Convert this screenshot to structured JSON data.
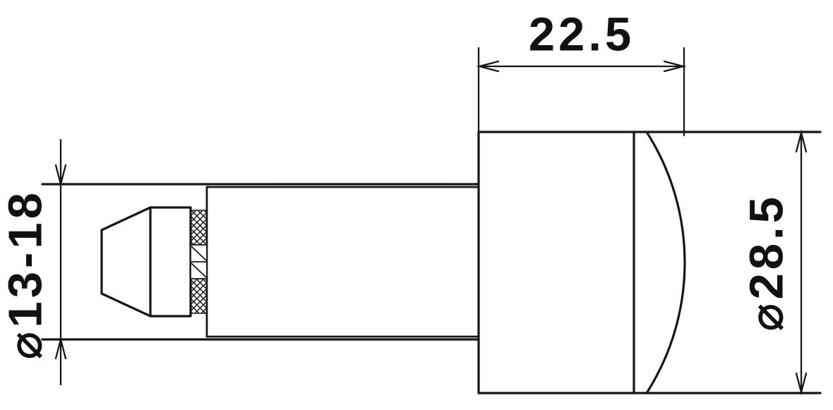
{
  "colors": {
    "background": "#ffffff",
    "line": "#161616",
    "text": "#111111"
  },
  "dimensions": {
    "width_top": {
      "label": "22.5"
    },
    "diameter_right": {
      "label": "⌀28.5"
    },
    "diameter_left": {
      "label": "⌀13-18"
    }
  }
}
